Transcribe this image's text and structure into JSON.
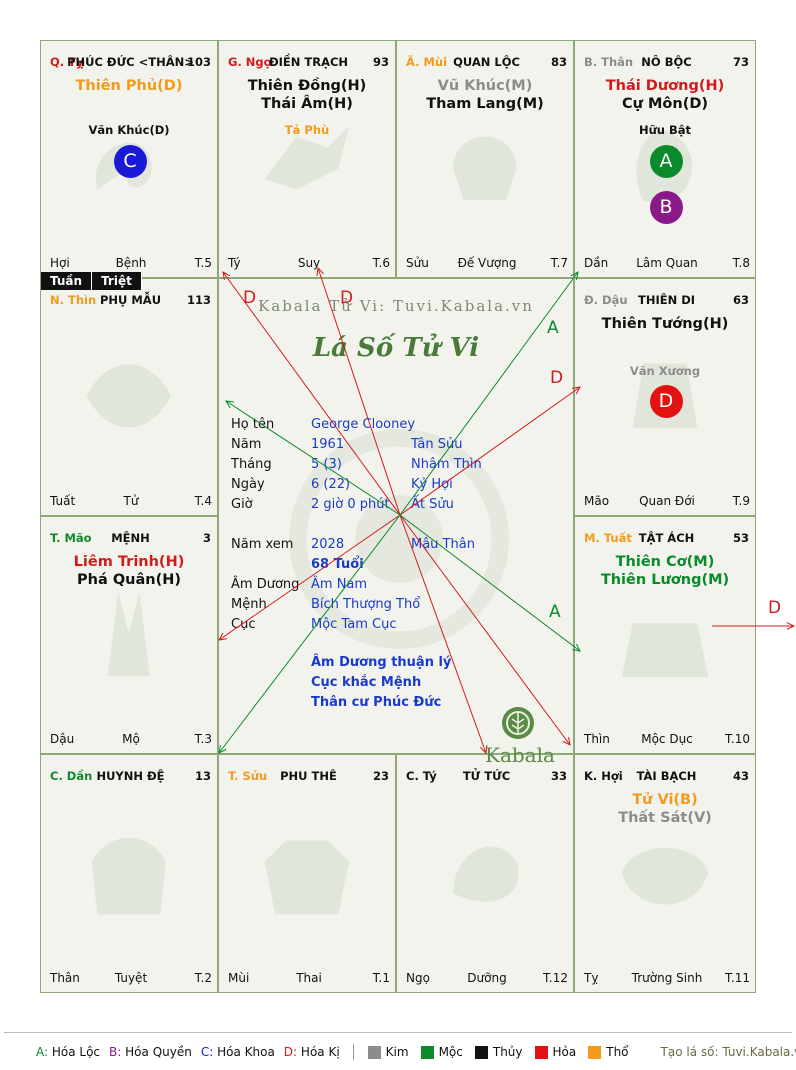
{
  "watermark": "Kabala Tử Vi: Tuvi.Kabala.vn",
  "title_script": "Lá Số Tử Vi",
  "brand": "Kabala",
  "palaces": [
    {
      "id": "ty_top",
      "can": "Q. Tỵ",
      "can_color": "#d21b1b",
      "name": "PHÚC ĐỨC <THÂN>",
      "num": "103",
      "stars": [
        {
          "t": "Thiên Phủ(D)",
          "c": "#f29a1c"
        }
      ],
      "minor": "Văn Khúc(D)",
      "minor_color": "#111",
      "circles": [
        {
          "t": "C",
          "c": "#1a1ad6"
        }
      ],
      "foot": [
        "Hợi",
        "Bệnh",
        "T.5"
      ]
    },
    {
      "id": "ngo",
      "can": "G. Ngọ",
      "can_color": "#d21b1b",
      "name": "ĐIỀN TRẠCH",
      "num": "93",
      "stars": [
        {
          "t": "Thiên Đồng(H)",
          "c": "#111"
        },
        {
          "t": "Thái Âm(H)",
          "c": "#111"
        }
      ],
      "minor": "Tả Phù",
      "minor_color": "#f29a1c",
      "circles": [],
      "foot": [
        "Tý",
        "Suy",
        "T.6"
      ]
    },
    {
      "id": "mui",
      "can": "Ã. Mùi",
      "can_color": "#f29a1c",
      "name": "QUAN LỘC",
      "num": "83",
      "stars": [
        {
          "t": "Vũ Khúc(M)",
          "c": "#8c8c8c"
        },
        {
          "t": "Tham Lang(M)",
          "c": "#111"
        }
      ],
      "minor": "",
      "minor_color": "#111",
      "circles": [],
      "foot": [
        "Sửu",
        "Đế Vượng",
        "T.7"
      ]
    },
    {
      "id": "than",
      "can": "B. Thân",
      "can_color": "#8c8c8c",
      "name": "NÔ BỘC",
      "num": "73",
      "stars": [
        {
          "t": "Thái Dương(H)",
          "c": "#d21b1b"
        },
        {
          "t": "Cự Môn(D)",
          "c": "#111"
        }
      ],
      "minor": "Hữu Bật",
      "minor_color": "#111",
      "circles": [
        {
          "t": "A",
          "c": "#0b8a2b"
        },
        {
          "t": "B",
          "c": "#8a1a8a"
        }
      ],
      "foot": [
        "Dần",
        "Lâm Quan",
        "T.8"
      ]
    },
    {
      "id": "thin",
      "can": "N. Thìn",
      "can_color": "#f29a1c",
      "name": "PHỤ MẪU",
      "num": "113",
      "stars": [],
      "minor": "",
      "minor_color": "#111",
      "circles": [],
      "foot": [
        "Tuất",
        "Tử",
        "T.4"
      ]
    },
    {
      "id": "dau",
      "can": "Đ. Dậu",
      "can_color": "#8c8c8c",
      "name": "THIÊN DI",
      "num": "63",
      "stars": [
        {
          "t": "Thiên Tướng(H)",
          "c": "#111"
        }
      ],
      "minor": "Văn Xương",
      "minor_color": "#8c8c8c",
      "circles": [
        {
          "t": "D",
          "c": "#e31212"
        }
      ],
      "foot": [
        "Mão",
        "Quan Đới",
        "T.9"
      ]
    },
    {
      "id": "mao",
      "can": "T. Mão",
      "can_color": "#0b8a2b",
      "name": "MỆNH",
      "num": "3",
      "stars": [
        {
          "t": "Liêm Trinh(H)",
          "c": "#d21b1b"
        },
        {
          "t": "Phá Quân(H)",
          "c": "#111"
        }
      ],
      "minor": "",
      "minor_color": "#111",
      "circles": [],
      "foot": [
        "Dậu",
        "Mộ",
        "T.3"
      ]
    },
    {
      "id": "tuat",
      "can": "M. Tuất",
      "can_color": "#f29a1c",
      "name": "TẬT ÁCH",
      "num": "53",
      "stars": [
        {
          "t": "Thiên Cơ(M)",
          "c": "#0b8a2b"
        },
        {
          "t": "Thiên Lương(M)",
          "c": "#0b8a2b"
        }
      ],
      "minor": "",
      "minor_color": "#111",
      "circles": [],
      "foot": [
        "Thìn",
        "Mộc Dục",
        "T.10"
      ]
    },
    {
      "id": "dan",
      "can": "C. Dần",
      "can_color": "#0b8a2b",
      "name": "HUYNH ĐỆ",
      "num": "13",
      "stars": [],
      "minor": "",
      "minor_color": "#111",
      "circles": [],
      "foot": [
        "Thân",
        "Tuyệt",
        "T.2"
      ]
    },
    {
      "id": "suu",
      "can": "T. Sửu",
      "can_color": "#f29a1c",
      "name": "PHU THÊ",
      "num": "23",
      "stars": [],
      "minor": "",
      "minor_color": "#111",
      "circles": [],
      "foot": [
        "Mùi",
        "Thai",
        "T.1"
      ]
    },
    {
      "id": "ty_bot",
      "can": "C. Tý",
      "can_color": "#111",
      "name": "TỬ TỨC",
      "num": "33",
      "stars": [],
      "minor": "",
      "minor_color": "#111",
      "circles": [],
      "foot": [
        "Ngọ",
        "Dưỡng",
        "T.12"
      ]
    },
    {
      "id": "hoi",
      "can": "K. Hợi",
      "can_color": "#111",
      "name": "TÀI BẠCH",
      "num": "43",
      "stars": [
        {
          "t": "Tử Vi(B)",
          "c": "#f29a1c"
        },
        {
          "t": "Thất Sát(V)",
          "c": "#8c8c8c"
        }
      ],
      "minor": "",
      "minor_color": "#111",
      "circles": [],
      "foot": [
        "Tỵ",
        "Trường Sinh",
        "T.11"
      ]
    }
  ],
  "tuan_triet": [
    "Tuần",
    "Triệt"
  ],
  "info": {
    "rows": [
      {
        "k": "Họ tên",
        "v1": "George Clooney",
        "v2": ""
      },
      {
        "k": "Năm",
        "v1": "1961",
        "v2": "Tân Sửu"
      },
      {
        "k": "Tháng",
        "v1": "5  (3)",
        "v2": "Nhâm Thìn"
      },
      {
        "k": "Ngày",
        "v1": "6  (22)",
        "v2": "Kỷ Hợi"
      },
      {
        "k": "Giờ",
        "v1": "2 giờ 0 phút",
        "v2": "Ất Sửu"
      },
      {
        "k": "Năm xem",
        "v1": "2028",
        "v2": "Mậu Thân"
      },
      {
        "k": "",
        "v1": "68 Tuổi",
        "v2": ""
      },
      {
        "k": "Âm Dương",
        "v1": "Âm Nam",
        "v2": ""
      },
      {
        "k": "Mệnh",
        "v1": "Bích Thượng Thổ",
        "v2": ""
      },
      {
        "k": "Cục",
        "v1": "Mộc Tam Cục",
        "v2": ""
      }
    ],
    "notes": [
      "Âm Dương thuận lý",
      "Cục khắc Mệnh",
      "Thân cư Phúc Đức"
    ]
  },
  "line_labels": {
    "d1": "D",
    "d2": "D",
    "d3": "D",
    "d4": "D",
    "a1": "A",
    "a2": "A"
  },
  "legend": {
    "items": [
      {
        "key": "A:",
        "label": "Hóa Lộc",
        "color": "#0b8a2b"
      },
      {
        "key": "B:",
        "label": "Hóa Quyền",
        "color": "#8a1a8a"
      },
      {
        "key": "C:",
        "label": "Hóa Khoa",
        "color": "#1a1ad6"
      },
      {
        "key": "D:",
        "label": "Hóa Kị",
        "color": "#d21b1b"
      }
    ],
    "elements": [
      {
        "label": "Kim",
        "color": "#8c8c8c"
      },
      {
        "label": "Mộc",
        "color": "#0b8a2b"
      },
      {
        "label": "Thủy",
        "color": "#111111"
      },
      {
        "label": "Hỏa",
        "color": "#e31212"
      },
      {
        "label": "Thổ",
        "color": "#f29a1c"
      }
    ],
    "source": "Tạo lá số: Tuvi.Kabala.vn"
  }
}
